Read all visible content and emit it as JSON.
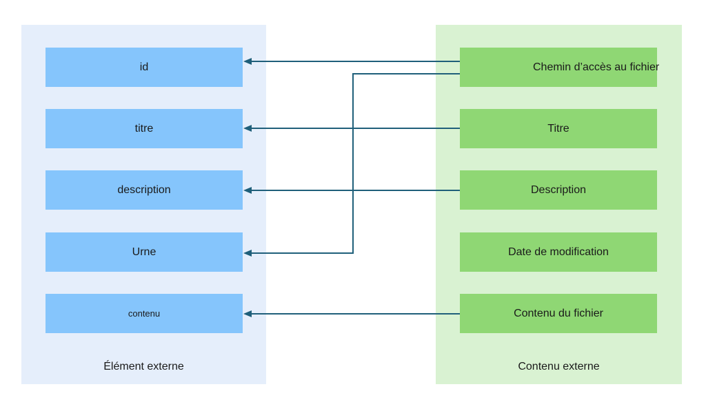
{
  "left_panel": {
    "caption": "Élément externe",
    "fields": [
      {
        "label": "id"
      },
      {
        "label": "titre"
      },
      {
        "label": "description"
      },
      {
        "label": "Urne"
      },
      {
        "label": "contenu"
      }
    ]
  },
  "right_panel": {
    "caption": "Contenu externe",
    "fields": [
      {
        "label": "Chemin d’accès au fichier"
      },
      {
        "label": "Titre"
      },
      {
        "label": "Description"
      },
      {
        "label": "Date de modification"
      },
      {
        "label": "Contenu du fichier"
      }
    ]
  },
  "mappings": [
    {
      "from": "Chemin d’accès au fichier",
      "to": "id"
    },
    {
      "from": "Chemin d’accès au fichier",
      "to": "Urne"
    },
    {
      "from": "Titre",
      "to": "titre"
    },
    {
      "from": "Description",
      "to": "description"
    },
    {
      "from": "Contenu du fichier",
      "to": "contenu"
    }
  ],
  "colors": {
    "left_panel_bg": "#e5eefb",
    "right_panel_bg": "#d9f2d2",
    "left_box": "#85c5fc",
    "right_box": "#8fd774",
    "connector": "#1f5f7a"
  }
}
